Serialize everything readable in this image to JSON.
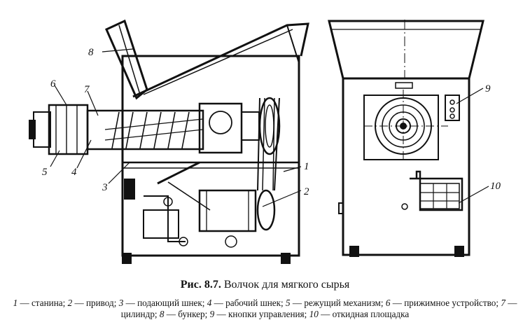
{
  "caption": {
    "fig_number": "Рис. 8.7.",
    "title": "Волчок для мягкого сырья"
  },
  "callouts": {
    "c1": "1",
    "c2": "2",
    "c3": "3",
    "c4": "4",
    "c5": "5",
    "c6": "6",
    "c7": "7",
    "c8": "8",
    "c9": "9",
    "c10": "10"
  },
  "legend": [
    {
      "num": "1",
      "text": " — станина; "
    },
    {
      "num": "2",
      "text": " — привод; "
    },
    {
      "num": "3",
      "text": " — подающий шнек; "
    },
    {
      "num": "4",
      "text": " — рабочий шнек; "
    },
    {
      "num": "5",
      "text": " — режущий механизм; "
    },
    {
      "num": "6",
      "text": " — прижимное устройство; "
    },
    {
      "num": "7",
      "text": " — цилиндр; "
    },
    {
      "num": "8",
      "text": " — бункер; "
    },
    {
      "num": "9",
      "text": " — кнопки управления; "
    },
    {
      "num": "10",
      "text": " — откидная площадка"
    }
  ]
}
